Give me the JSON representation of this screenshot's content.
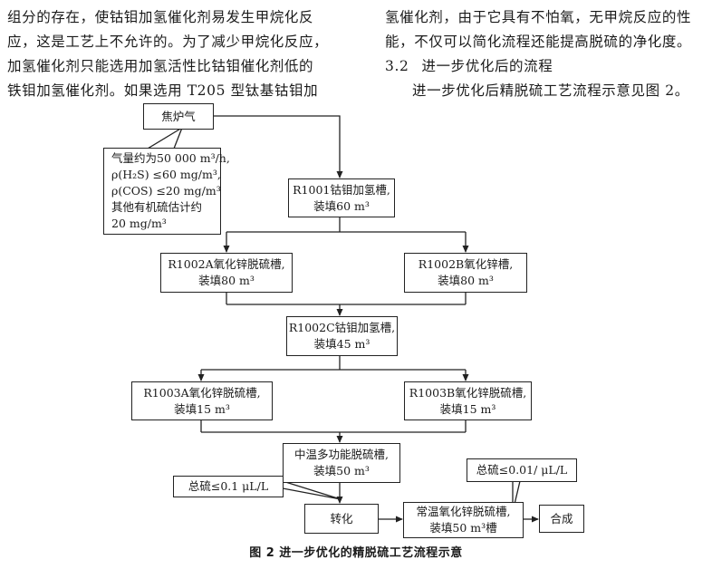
{
  "text": {
    "left": [
      "组分的存在，使钴钼加氢催化剂易发生甲烷化反",
      "应，这是工艺上不允许的。为了减少甲烷化反应，",
      "加氢催化剂只能选用加氢活性比钴钼催化剂低的",
      "铁钼加氢催化剂。如果选用 T205 型钛基钴钼加"
    ],
    "right": [
      "氢催化剂，由于它具有不怕氧，无甲烷反应的性",
      "能，不仅可以简化流程还能提高脱硫的净化度。"
    ],
    "section_number": "3.2",
    "section_title": "进一步优化后的流程",
    "section_body": "进一步优化后精脱硫工艺流程示意见图 2。"
  },
  "diagram": {
    "source": "焦炉气",
    "note": [
      "气量约为50 000 m³/h,",
      "ρ(H₂S) ≤60 mg/m³,",
      "ρ(COS) ≤20 mg/m³",
      "其他有机硫估计约",
      "20 mg/m³"
    ],
    "r1001": [
      "R1001钴钼加氢槽,",
      "装填60 m³"
    ],
    "r1002a": [
      "R1002A氧化锌脱硫槽,",
      "装填80 m³"
    ],
    "r1002b": [
      "R1002B氧化锌槽,",
      "装填80 m³"
    ],
    "r1002c": [
      "R1002C钴钼加氢槽,",
      "装填45 m³"
    ],
    "r1003a": [
      "R1003A氧化锌脱硫槽,",
      "装填15 m³"
    ],
    "r1003b": [
      "R1003B氧化锌脱硫槽,",
      "装填15 m³"
    ],
    "mid_temp": [
      "中温多功能脱硫槽,",
      "装填50 m³"
    ],
    "total_s_1": "总硫≤0.1 μL/L",
    "total_s_2": "总硫≤0.01/ μL/L",
    "conversion": "转化",
    "normal_temp": [
      "常温氧化锌脱硫槽,",
      "装填50 m³槽"
    ],
    "synthesis": "合成"
  },
  "caption": "图 2    进一步优化的精脱硫工艺流程示意"
}
